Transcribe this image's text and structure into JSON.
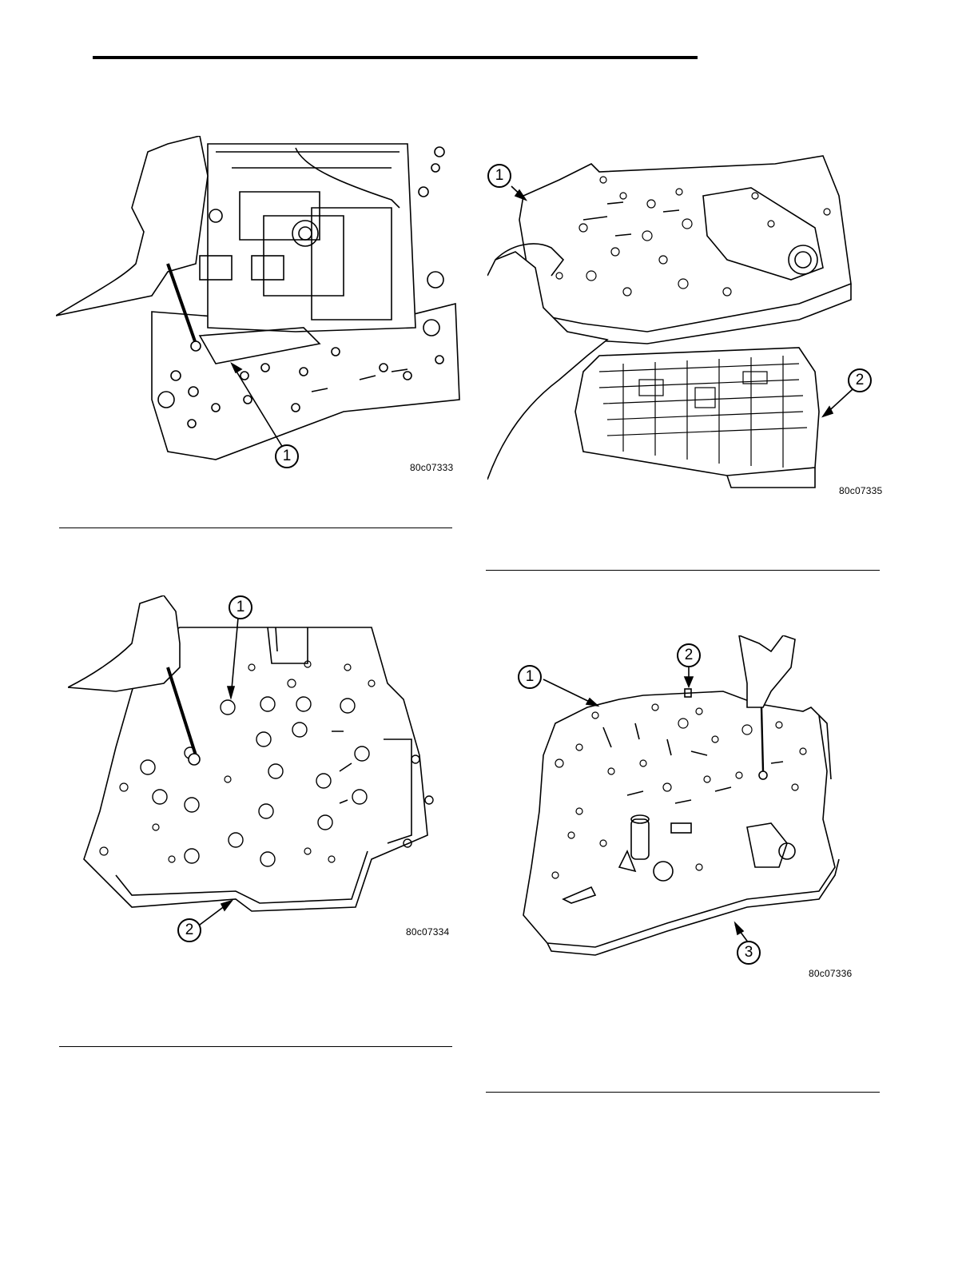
{
  "figures": [
    {
      "id": "80c07333",
      "callouts": [
        "1"
      ]
    },
    {
      "id": "80c07334",
      "callouts": [
        "1",
        "2"
      ]
    },
    {
      "id": "80c07335",
      "callouts": [
        "1",
        "2"
      ]
    },
    {
      "id": "80c07336",
      "callouts": [
        "1",
        "2",
        "3"
      ]
    }
  ],
  "colors": {
    "ink": "#000000",
    "paper": "#ffffff"
  }
}
